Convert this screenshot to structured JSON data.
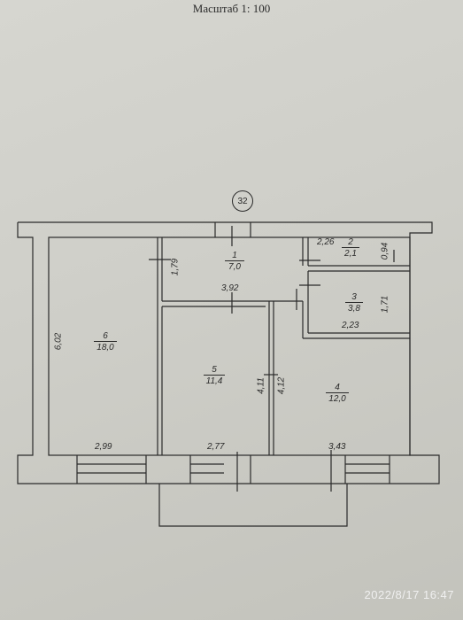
{
  "title": "Масштаб 1: 100",
  "marker": "32",
  "timestamp": "2022/8/17 16:47",
  "rooms": [
    {
      "id": "r1",
      "num": "1",
      "area": "7,0",
      "width": "3,92"
    },
    {
      "id": "r2",
      "num": "2",
      "area": "2,1",
      "width": "2,26"
    },
    {
      "id": "r3",
      "num": "3",
      "area": "3,8",
      "width": "2,23"
    },
    {
      "id": "r4",
      "num": "4",
      "area": "12,0"
    },
    {
      "id": "r5",
      "num": "5",
      "area": "11,4"
    },
    {
      "id": "r6",
      "num": "6",
      "area": "18,0"
    }
  ],
  "dimensions": {
    "d602": "6,02",
    "d179": "1,79",
    "d094": "0,94",
    "d171": "1,71",
    "d411": "4,11",
    "d412": "4,12",
    "d299": "2,99",
    "d277": "2,77",
    "d343": "3,43"
  },
  "colors": {
    "ink": "#2a2a2a",
    "paper": "#d2d2cc",
    "wall": "#e4e4df"
  }
}
